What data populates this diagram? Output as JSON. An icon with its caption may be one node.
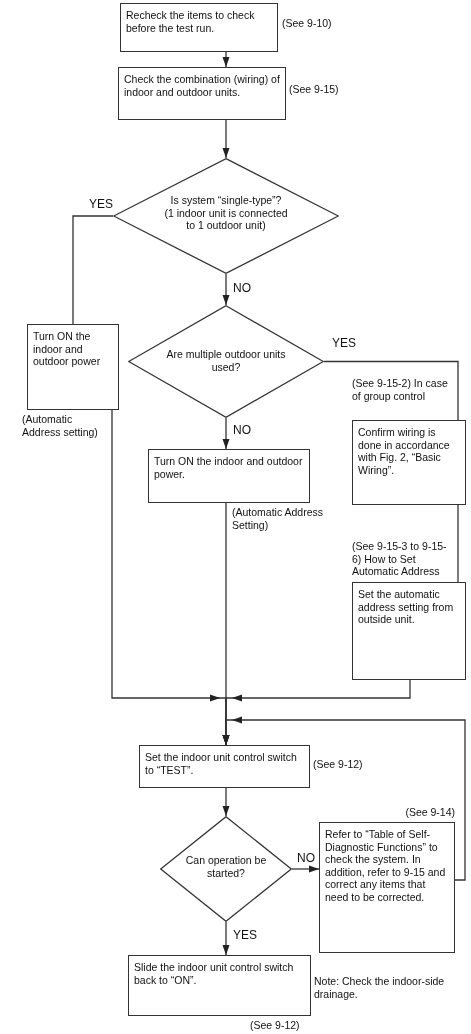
{
  "diagram": {
    "nodes": [
      {
        "text": [
          "Recheck the items to check before the test run."
        ],
        "beside": [
          "(See 9-10)"
        ]
      },
      {
        "text": [
          "Check the combination (wiring) of indoor and outdoor units."
        ],
        "beside": [
          "(See 9-15)"
        ]
      },
      {
        "text": [
          "Is system “single-type”?",
          "(1 indoor unit is connected to 1 outdoor unit)"
        ]
      },
      {
        "text": [
          "Turn ON the indoor and outdoor power"
        ],
        "beside": [
          "(Automatic Address setting)"
        ]
      },
      {
        "text": [
          "Are multiple outdoor units used?"
        ]
      },
      {
        "text": [
          "Turn ON the indoor and outdoor power."
        ],
        "beside": [
          "(Automatic Address Setting)"
        ]
      },
      {
        "text": [
          "Confirm wiring is done in accordance with Fig. 2, “Basic Wiring”."
        ],
        "beside": [
          "(See 9-15-2) In case of group control"
        ]
      },
      {
        "text": [
          "Set the automatic address setting from outside unit."
        ],
        "beside": [
          "(See 9-15-3 to 9-15-6) How to Set Automatic Address"
        ]
      },
      {
        "text": [
          "Set the indoor unit control switch to “TEST”."
        ],
        "beside": [
          "(See 9-12)"
        ]
      },
      {
        "text": [
          "Can operation be started?"
        ]
      },
      {
        "text": [
          "Refer to “Table of Self-Diagnostic Functions” to check the system. In addition, refer to 9-15 and correct any items that need to be corrected."
        ],
        "beside": [
          "(See 9-14)"
        ]
      },
      {
        "text": [
          "Slide the indoor unit control switch back to “ON”."
        ],
        "beside": [
          "(See 9-12)"
        ]
      }
    ],
    "edges": [
      {
        "from": 0,
        "to": 1,
        "arrow": "to"
      },
      {
        "from": 1,
        "to": 2,
        "arrow": "to"
      },
      {
        "from": 2,
        "to": 3,
        "arrow": "none",
        "label": "YES"
      },
      {
        "from": 2,
        "to": 4,
        "arrow": "to",
        "label": "NO"
      },
      {
        "from": 4,
        "to": 6,
        "arrow": "none",
        "label": "YES"
      },
      {
        "from": 4,
        "to": 5,
        "arrow": "to",
        "label": "NO"
      },
      {
        "from": 6,
        "to": 7,
        "arrow": "none"
      },
      {
        "from": 3,
        "to": 8,
        "arrow": "to"
      },
      {
        "from": 5,
        "to": 8,
        "arrow": "to"
      },
      {
        "from": 7,
        "to": 8,
        "arrow": "to"
      },
      {
        "from": 8,
        "to": 9,
        "arrow": "to"
      },
      {
        "from": 9,
        "to": 10,
        "arrow": "to",
        "label": "NO"
      },
      {
        "from": 9,
        "to": 11,
        "arrow": "to",
        "label": "YES"
      },
      {
        "from": 10,
        "to": 8,
        "arrow": "to"
      }
    ],
    "labels": [
      "Note: Check the indoor-side drainage."
    ]
  }
}
